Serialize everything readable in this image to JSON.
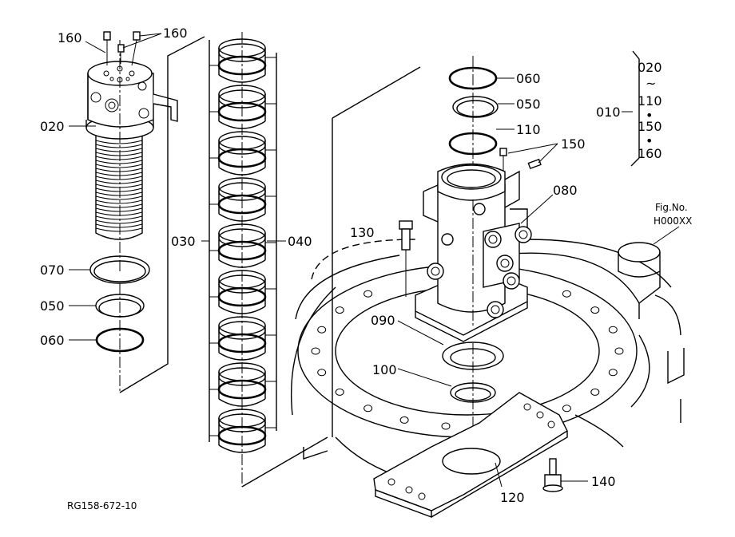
{
  "labels": {
    "l160a": "160",
    "l160b": "160",
    "l020": "020",
    "l070": "070",
    "l050a": "050",
    "l060a": "060",
    "l030": "030",
    "l040": "040",
    "l060b": "060",
    "l050b": "050",
    "l110": "110",
    "l150": "150",
    "l080": "080",
    "l130": "130",
    "l090": "090",
    "l100": "100",
    "l120": "120",
    "l140": "140",
    "l010": "010"
  },
  "group": {
    "items": [
      "020",
      "~",
      "110",
      "•",
      "150",
      "•",
      "160"
    ]
  },
  "figref": {
    "line1": "Fig.No.",
    "line2": "H000XX"
  },
  "code": "RG158-672-10"
}
